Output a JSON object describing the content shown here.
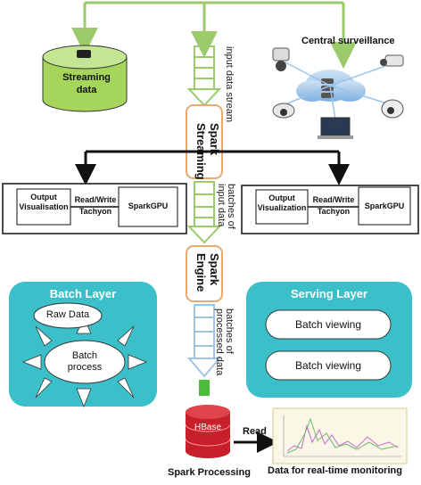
{
  "streaming_data": "Streaming\ndata",
  "central_surveillance": "Central surveillance",
  "input_data_stream": "input data stream",
  "spark_streaming": "Spark Streaming",
  "batches_of_input_data": "batches of input data",
  "spark_engine": "Spark Engine",
  "batches_of_processed_data": "batches of processed data",
  "left_box": {
    "output": "Output\nVisualisation",
    "rw": "Read/Write\nTachyon",
    "gpu": "SparkGPU"
  },
  "right_box": {
    "output": "Output\nVisualization",
    "rw": "Read/Write\nTachyon",
    "gpu": "SparkGPU"
  },
  "batch_layer": {
    "title": "Batch Layer",
    "raw": "Raw Data",
    "process": "Batch\nprocess"
  },
  "serving_layer": {
    "title": "Serving Layer",
    "item1": "Batch viewing",
    "item2": "Batch viewing"
  },
  "hbase": "HBase",
  "read": "Read",
  "spark_processing": "Spark Processing",
  "monitoring": "Data for real-time monitoring",
  "colors": {
    "green_arrow": "#9bcb6b",
    "orange": "#e8a870",
    "teal": "#3bbfc9",
    "blue_arrow": "#9dc3e6",
    "db_green": "#9bd25a",
    "hbase_red": "#c8202a"
  }
}
